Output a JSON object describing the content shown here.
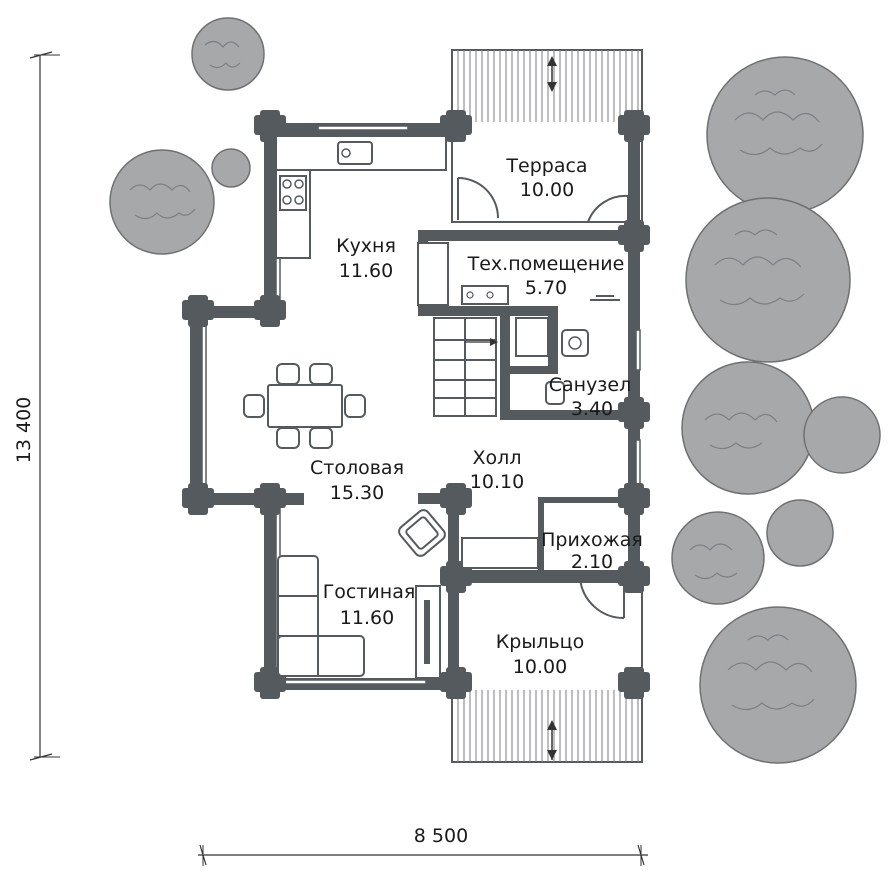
{
  "rooms": [
    {
      "name": "Терраса",
      "area": "10.00"
    },
    {
      "name": "Кухня",
      "area": "11.60"
    },
    {
      "name": "Тех.помещение",
      "area": "5.70"
    },
    {
      "name": "Санузел",
      "area": "3.40"
    },
    {
      "name": "Холл",
      "area": "10.10"
    },
    {
      "name": "Столовая",
      "area": "15.30"
    },
    {
      "name": "Прихожая",
      "area": "2.10"
    },
    {
      "name": "Гостиная",
      "area": "11.60"
    },
    {
      "name": "Крыльцо",
      "area": "10.00"
    }
  ],
  "dimensions": {
    "width": "8 500",
    "height": "13 400"
  }
}
